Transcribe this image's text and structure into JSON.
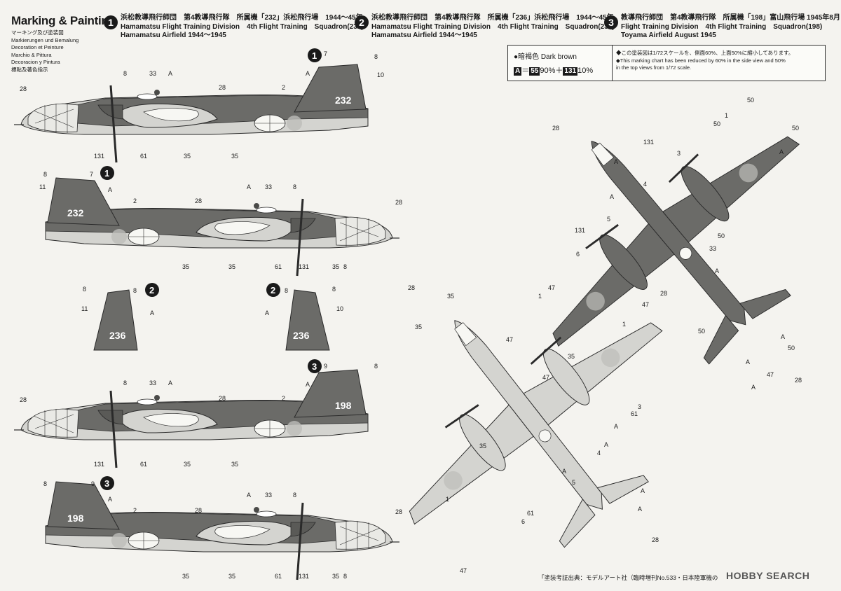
{
  "header": {
    "title": "Marking & Painting",
    "languages": [
      "マーキング及び塗装図",
      "Markierungen und Bemalung",
      "Decoration et Peinture",
      "Marchio & Pittura",
      "Decoracion y Pintura",
      "標貼及著色指示"
    ]
  },
  "schemes": [
    {
      "num": "1",
      "jp": "浜松教導飛行師団　第4教導飛行隊　所属機「232」浜松飛行場　1944～45年",
      "en1": "Hamamatsu Flight Training Division　4th Flight Training　Squadron(232)",
      "en2": "Hamamatsu Airfield 1944～1945"
    },
    {
      "num": "2",
      "jp": "浜松教導飛行師団　第4教導飛行隊　所属機「236」浜松飛行場　1944～45年",
      "en1": "Hamamatsu Flight Training Division　4th Flight Training　Squadron(236)",
      "en2": "Hamamatsu Airfield 1944～1945"
    },
    {
      "num": "3",
      "jp": "教導飛行師団　第4教導飛行隊　所属機「198」富山飛行場 1945年8月",
      "en1": "Flight Training Division　4th Flight Training　Squadron(198)",
      "en2": "Toyama Airfield August 1945"
    }
  ],
  "legend": {
    "color_name": "●暗褐色 Dark brown",
    "mix_code": "A",
    "mix_p1": "55",
    "mix_v1": "90%",
    "mix_p2": "131",
    "mix_v2": "10%",
    "note_jp": "◆この塗装図は1/72スケールを、側面60%、上面50%に縮小してあります。",
    "note_en1": "◆This marking chart has been reduced by 60% in the side view and 50%",
    "note_en2": "in the top views from 1/72 scale."
  },
  "footer": {
    "source": "「塗装考証出典：モデルアート社（臨時増刊No.533・日本陸軍機の",
    "watermark": "HOBBY SEARCH"
  },
  "tail_numbers": {
    "s1": "232",
    "s2": "236",
    "s3": "198"
  },
  "colors": {
    "dark_brown": "#6b6b68",
    "light_gray": "#d4d4d0",
    "line": "#2a2a2a",
    "paper": "#f4f3ef"
  },
  "callouts": {
    "c1": "1",
    "c2": "2",
    "c3": "3",
    "c4": "4",
    "c5": "5",
    "c6": "6",
    "c7": "7",
    "c8": "8",
    "c9": "9",
    "c10": "10",
    "c11": "11",
    "c28": "28",
    "c33": "33",
    "c35": "35",
    "c47": "47",
    "c50": "50",
    "c61": "61",
    "c131": "131",
    "cA": "A"
  }
}
